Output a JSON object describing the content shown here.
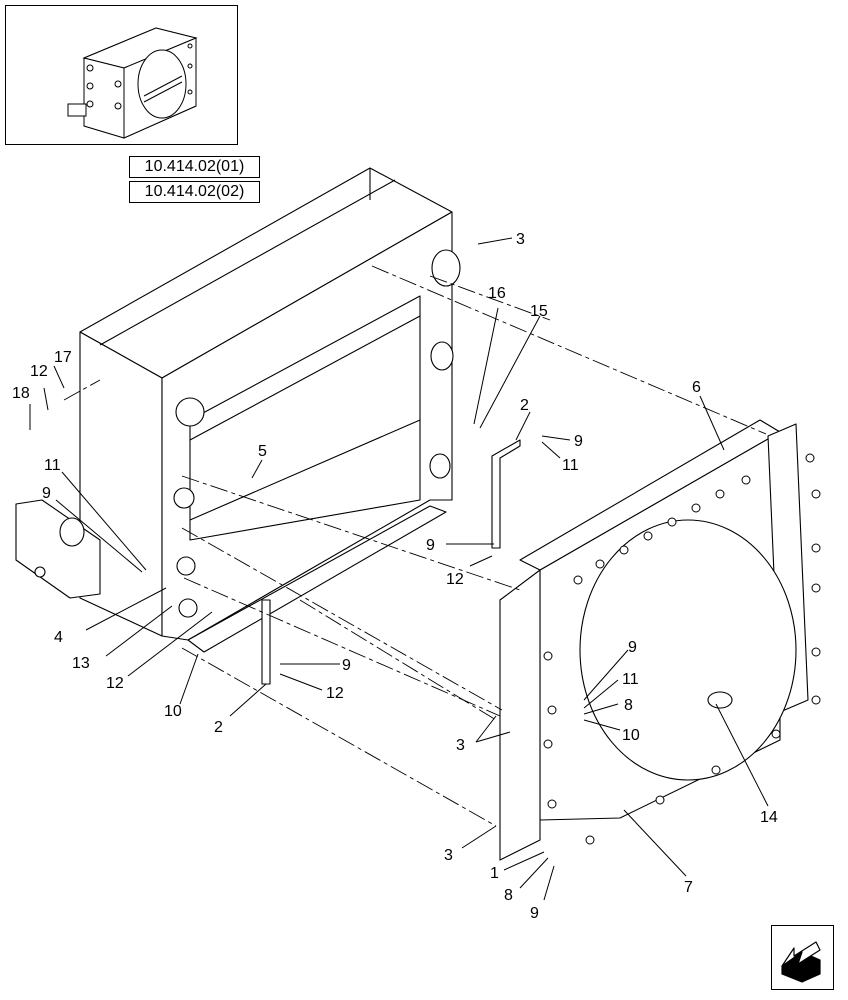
{
  "references": [
    "10.414.02(01)",
    "10.414.02(02)"
  ],
  "callouts": [
    "1",
    "2",
    "3",
    "4",
    "5",
    "6",
    "7",
    "8",
    "9",
    "10",
    "11",
    "12",
    "13",
    "14",
    "15",
    "16",
    "17",
    "18"
  ],
  "icons": {
    "inset": "assembly-thumbnail-icon",
    "nav": "previous-page-arrow-icon"
  }
}
